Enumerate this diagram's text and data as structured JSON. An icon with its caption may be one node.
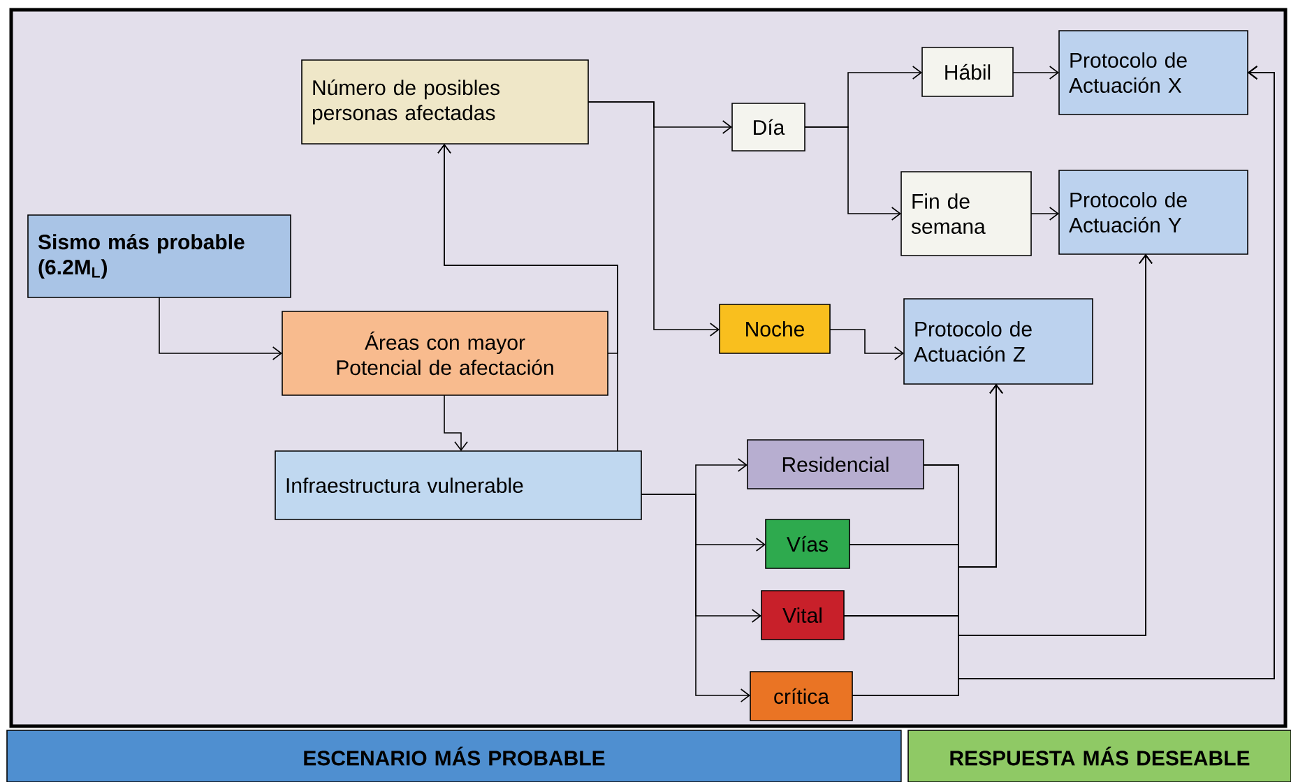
{
  "diagram": {
    "nodes": [
      {
        "text": [
          "Sismo más probable (6.2M$_{L}$)"
        ]
      },
      {
        "text": [
          "Número de posibles personas afectadas"
        ]
      },
      {
        "text": [
          "Áreas con mayor Potencial de afectación"
        ]
      },
      {
        "text": [
          "Infraestructura vulnerable"
        ]
      },
      {
        "text": [
          "Día"
        ]
      },
      {
        "text": [
          "Hábil"
        ]
      },
      {
        "text": [
          "Fin de semana"
        ]
      },
      {
        "text": [
          "Noche"
        ]
      },
      {
        "text": [
          "Protocolo de Actuación X"
        ]
      },
      {
        "text": [
          "Protocolo de Actuación Y"
        ]
      },
      {
        "text": [
          "Protocolo de Actuación Z"
        ]
      },
      {
        "text": [
          "Residencial"
        ]
      },
      {
        "text": [
          "Vías"
        ]
      },
      {
        "text": [
          "Vital"
        ]
      },
      {
        "text": [
          "crítica"
        ]
      },
      {
        "text": [
          "ESCENARIO MÁS PROBABLE"
        ]
      },
      {
        "text": [
          "RESPUESTA MÁS DESEABLE"
        ]
      }
    ],
    "edges": [
      {
        "from": 0,
        "to": 2,
        "arrow": "to"
      },
      {
        "from": 2,
        "to": 3,
        "arrow": "to"
      },
      {
        "from": 2,
        "to": 1,
        "arrow": "to"
      },
      {
        "from": 3,
        "to": 1,
        "arrow": "to"
      },
      {
        "from": 1,
        "to": 4,
        "arrow": "to"
      },
      {
        "from": 1,
        "to": 7,
        "arrow": "to"
      },
      {
        "from": 4,
        "to": 5,
        "arrow": "to"
      },
      {
        "from": 4,
        "to": 6,
        "arrow": "to"
      },
      {
        "from": 5,
        "to": 8,
        "arrow": "to"
      },
      {
        "from": 6,
        "to": 9,
        "arrow": "to"
      },
      {
        "from": 7,
        "to": 10,
        "arrow": "to"
      },
      {
        "from": 3,
        "to": 11,
        "arrow": "to"
      },
      {
        "from": 3,
        "to": 12,
        "arrow": "to"
      },
      {
        "from": 3,
        "to": 13,
        "arrow": "to"
      },
      {
        "from": 3,
        "to": 14,
        "arrow": "to"
      },
      {
        "from": 11,
        "to": 10,
        "arrow": "to"
      },
      {
        "from": 12,
        "to": 10,
        "arrow": "to"
      },
      {
        "from": 13,
        "to": 10,
        "arrow": "to"
      },
      {
        "from": 14,
        "to": 10,
        "arrow": "to"
      },
      {
        "from": 11,
        "to": 9,
        "arrow": "to"
      },
      {
        "from": 12,
        "to": 9,
        "arrow": "to"
      },
      {
        "from": 13,
        "to": 9,
        "arrow": "to"
      },
      {
        "from": 14,
        "to": 9,
        "arrow": "to"
      },
      {
        "from": 11,
        "to": 8,
        "arrow": "to"
      },
      {
        "from": 12,
        "to": 8,
        "arrow": "to"
      },
      {
        "from": 13,
        "to": 8,
        "arrow": "to"
      },
      {
        "from": 14,
        "to": 8,
        "arrow": "to"
      }
    ]
  }
}
